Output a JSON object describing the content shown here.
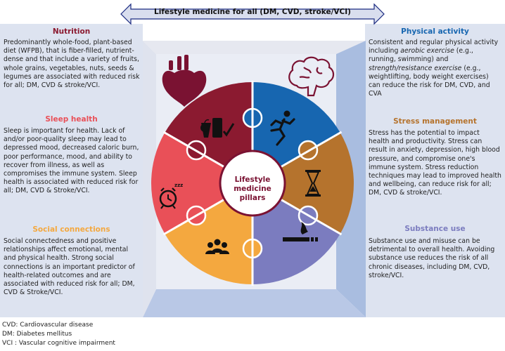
{
  "banner": {
    "label": "Lifestyle medicine for all (DM, CVD, stroke/VCI)"
  },
  "center": {
    "line1": "Lifestyle",
    "line2": "medicine",
    "line3": "pillars"
  },
  "colors": {
    "nutrition": "#8b1a30",
    "physical_activity": "#1766b0",
    "stress": "#b5732d",
    "substance": "#7b7cbf",
    "social": "#f4a83f",
    "sleep": "#e95058",
    "banner_fill": "#d9deee",
    "panel": "#dde3f0"
  },
  "left": [
    {
      "title": "Nutrition",
      "title_color": "#8b1a30",
      "body": "Predominantly whole-food, plant-based diet (WFPB), that is fiber-filled, nutrient-dense and that include a variety of fruits, whole grains, vegetables, nuts, seeds & legumes are associated with reduced risk for all; DM, CVD & stroke/VCI."
    },
    {
      "title": "Sleep health",
      "title_color": "#e95058",
      "body": "Sleep is important for health. Lack of and/or poor-quality sleep may lead to depressed mood, decreased caloric burn, poor performance, mood, and ability to recover from illness, as well as compromises the immune system. Sleep health is associated with reduced risk for all; DM, CVD & Stroke/VCI."
    },
    {
      "title": "Social connections",
      "title_color": "#f4a83f",
      "body": "Social connectedness and positive relationships affect emotional, mental and physical health. Strong social connections is an important predictor of health-related outcomes and are associated with reduced risk for all; DM, CVD & Stroke/VCI."
    }
  ],
  "right": [
    {
      "title": "Physical activity",
      "title_color": "#1766b0",
      "body_pre": "Consistent and regular physical activity including ",
      "body_em1": "aerobic exercise",
      "body_mid": " (e.g., running, swimming) and ",
      "body_em2": "strength/resistance exercise",
      "body_post": " (e.g., weightlifting, body weight exercises) can reduce the risk for DM, CVD, and CVA"
    },
    {
      "title": "Stress management",
      "title_color": "#b5732d",
      "body": "Stress has the potential to impact health and productivity. Stress can result in anxiety, depression, high blood pressure, and compromise one's immune system. Stress reduction techniques may lead to improved health and wellbeing, can reduce risk for all; DM, CVD & stroke/VCI."
    },
    {
      "title": "Substance use",
      "title_color": "#7b7cbf",
      "body": "Substance use and misuse can be detrimental to overall health. Avoiding substance use reduces the risk of all chronic diseases, including DM, CVD, stroke/VCI."
    }
  ],
  "icons": {
    "nutrition": "food-icon",
    "physical_activity": "runner-icon",
    "stress": "hourglass-icon",
    "substance": "cigarette-icon",
    "social": "people-icon",
    "sleep": "alarm-clock-icon",
    "heart": "heart-icon",
    "brain": "brain-icon",
    "sleep_zzz": "zzz"
  },
  "footnotes": [
    "CVD: Cardiovascular disease",
    "DM: Diabetes mellitus",
    "VCI : Vascular cognitive impairment"
  ]
}
